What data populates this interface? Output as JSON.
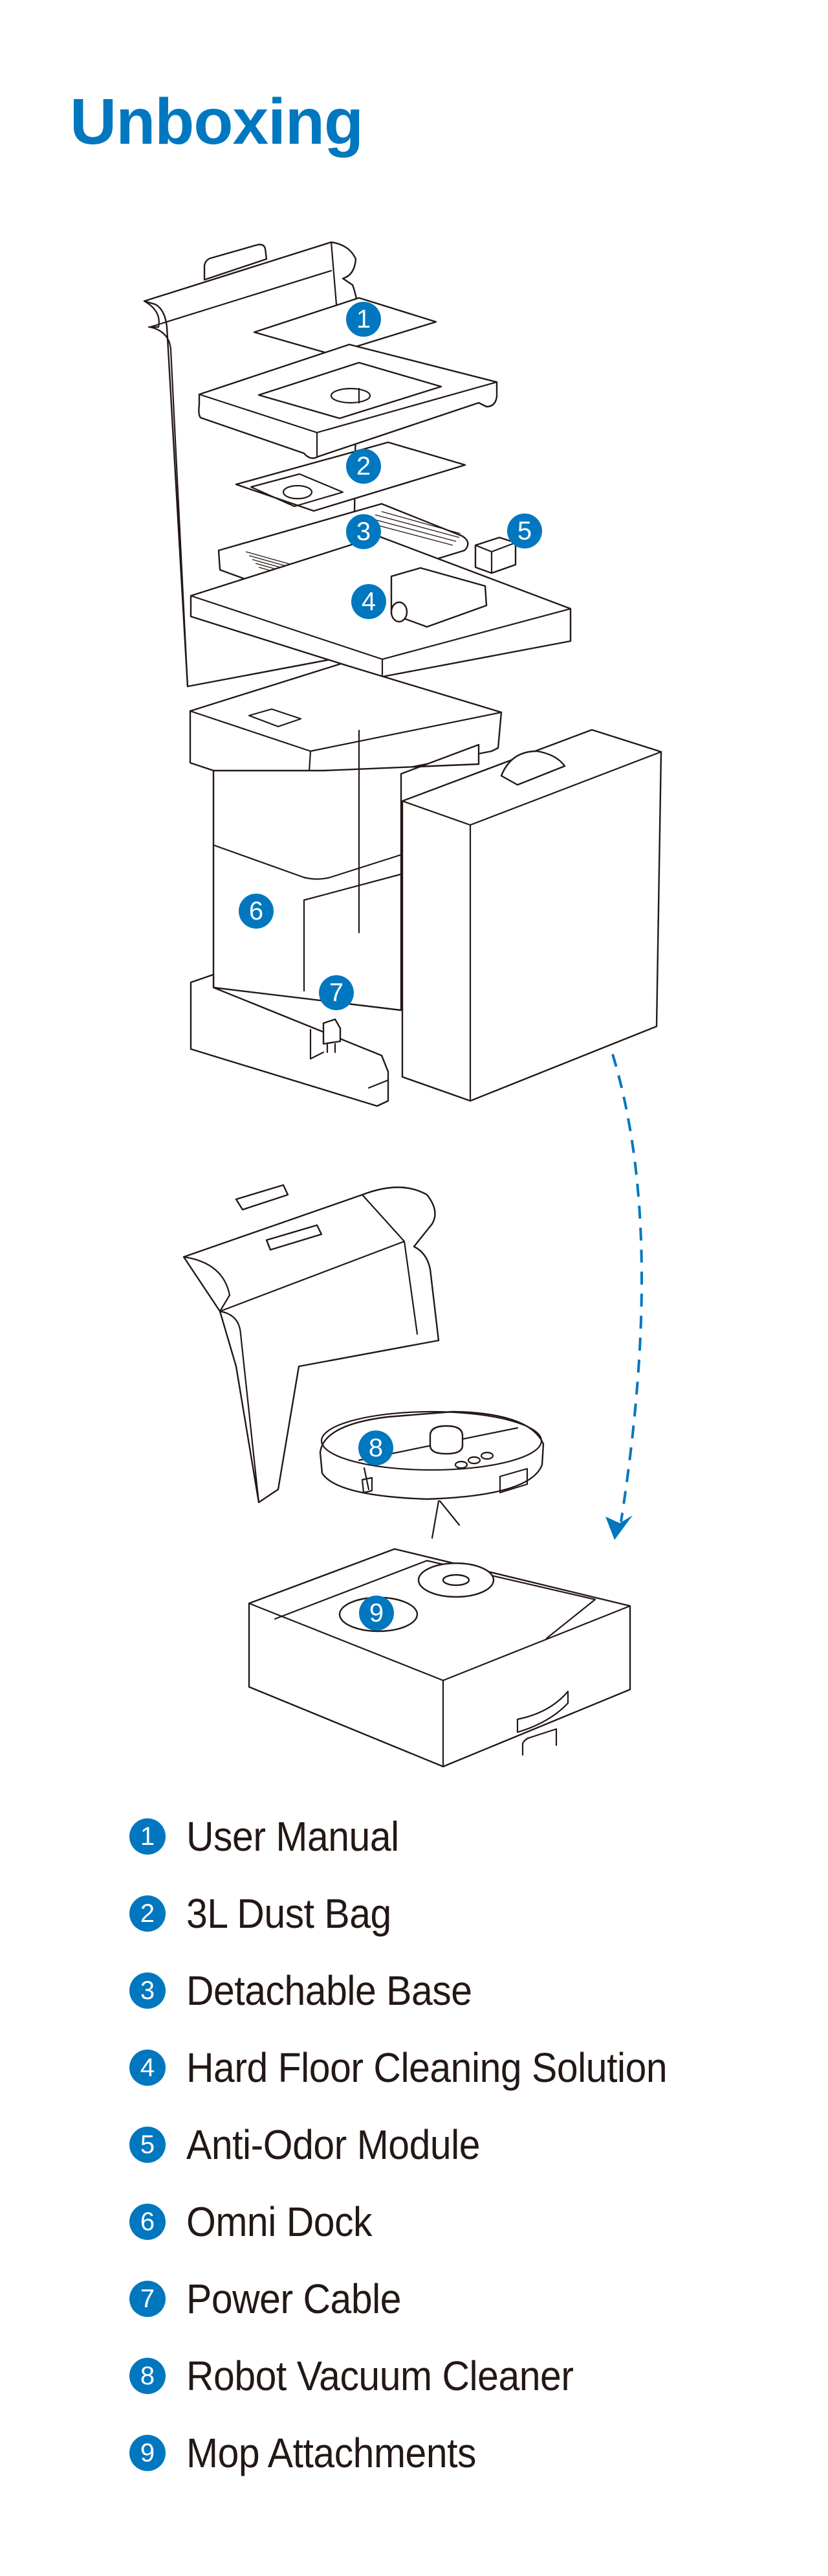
{
  "page": {
    "title": "Unboxing"
  },
  "colors": {
    "accent": "#0077BE",
    "text": "#231815",
    "line": "#231815"
  },
  "illustration": {
    "callouts": [
      {
        "number": "1",
        "part": "User Manual"
      },
      {
        "number": "2",
        "part": "3L Dust Bag"
      },
      {
        "number": "3",
        "part": "Detachable Base"
      },
      {
        "number": "4",
        "part": "Hard Floor Cleaning Solution"
      },
      {
        "number": "5",
        "part": "Anti-Odor Module"
      },
      {
        "number": "6",
        "part": "Omni Dock"
      },
      {
        "number": "7",
        "part": "Power Cable"
      },
      {
        "number": "8",
        "part": "Robot Vacuum Cleaner"
      },
      {
        "number": "9",
        "part": "Mop Attachments"
      }
    ],
    "arrow_icon": "dashed-curved-arrow"
  },
  "legend": {
    "items": [
      {
        "number": "1",
        "label": "User Manual"
      },
      {
        "number": "2",
        "label": "3L Dust Bag"
      },
      {
        "number": "3",
        "label": "Detachable Base"
      },
      {
        "number": "4",
        "label": "Hard Floor Cleaning Solution"
      },
      {
        "number": "5",
        "label": "Anti-Odor Module"
      },
      {
        "number": "6",
        "label": "Omni Dock"
      },
      {
        "number": "7",
        "label": "Power Cable"
      },
      {
        "number": "8",
        "label": "Robot Vacuum Cleaner"
      },
      {
        "number": "9",
        "label": "Mop Attachments"
      }
    ]
  }
}
